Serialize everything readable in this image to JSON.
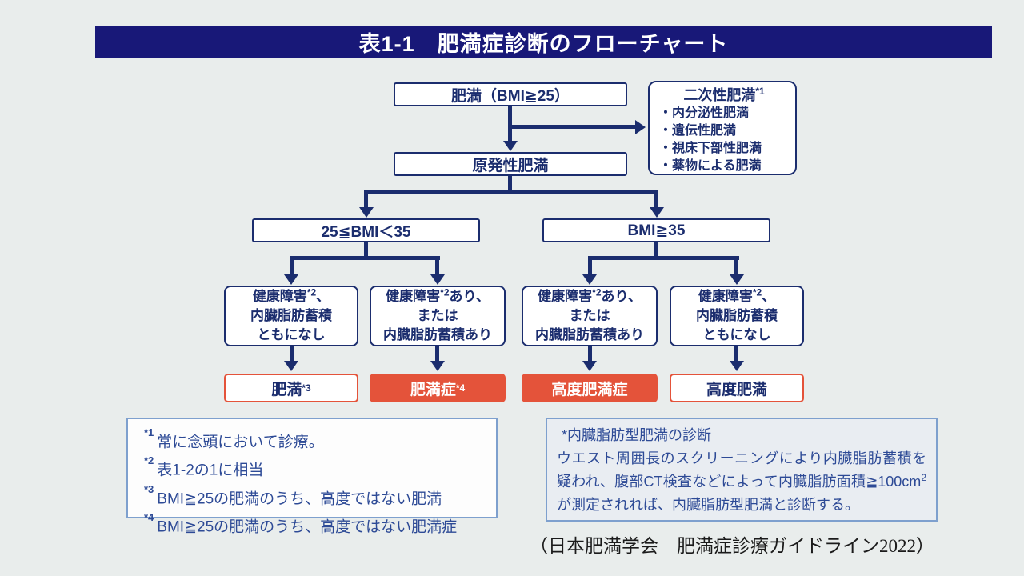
{
  "title": "表1-1　肥満症診断のフローチャート",
  "colors": {
    "background": "#e9edec",
    "title_bar_navy": "#181878",
    "flow_navy": "#1b2d6e",
    "result_red": "#e4533a",
    "note_border_blue": "#7ea0ce",
    "note_text_blue": "#2d4a96"
  },
  "flow": {
    "root": "肥満（BMI≧25）",
    "secondary": {
      "title": "二次性肥満",
      "sup": "*1",
      "items": [
        "・内分泌性肥満",
        "・遺伝性肥満",
        "・視床下部性肥満",
        "・薬物による肥満"
      ]
    },
    "primary": "原発性肥満",
    "bmi_left": "25≦BMI＜35",
    "bmi_right": "BMI≧35",
    "conditions": [
      {
        "l1_pre": "健康障害",
        "l1_sup": "*2",
        "l1_post": "、",
        "l2": "内臓脂肪蓄積",
        "l3": "ともになし"
      },
      {
        "l1_pre": "健康障害",
        "l1_sup": "*2",
        "l1_post": "あり、",
        "l2": "または",
        "l3": "内臓脂肪蓄積あり"
      },
      {
        "l1_pre": "健康障害",
        "l1_sup": "*2",
        "l1_post": "あり、",
        "l2": "または",
        "l3": "内臓脂肪蓄積あり"
      },
      {
        "l1_pre": "健康障害",
        "l1_sup": "*2",
        "l1_post": "、",
        "l2": "内臓脂肪蓄積",
        "l3": "ともになし"
      }
    ],
    "results": [
      {
        "label": "肥満",
        "sup": "*3"
      },
      {
        "label": "肥満症",
        "sup": "*4"
      },
      {
        "label": "高度肥満症",
        "sup": ""
      },
      {
        "label": "高度肥満",
        "sup": ""
      }
    ]
  },
  "footnotes": [
    {
      "sup": "*1",
      "text": "常に念頭において診療。"
    },
    {
      "sup": "*2",
      "text": "表1-2の1に相当"
    },
    {
      "sup": "*3",
      "text": "BMI≧25の肥満のうち、高度ではない肥満"
    },
    {
      "sup": "*4",
      "text": "BMI≧25の肥満のうち、高度ではない肥満症"
    }
  ],
  "visceral_note": {
    "title": "*内臓脂肪型肥満の診断",
    "body_pre": "ウエスト周囲長のスクリーニングにより内臓脂肪蓄積を疑われ、腹部CT検査などによって内臓脂肪面積≧100cm",
    "body_sup": "2",
    "body_post": "が測定されれば、内臓脂肪型肥満と診断する。"
  },
  "citation": "（日本肥満学会　肥満症診療ガイドライン2022）"
}
